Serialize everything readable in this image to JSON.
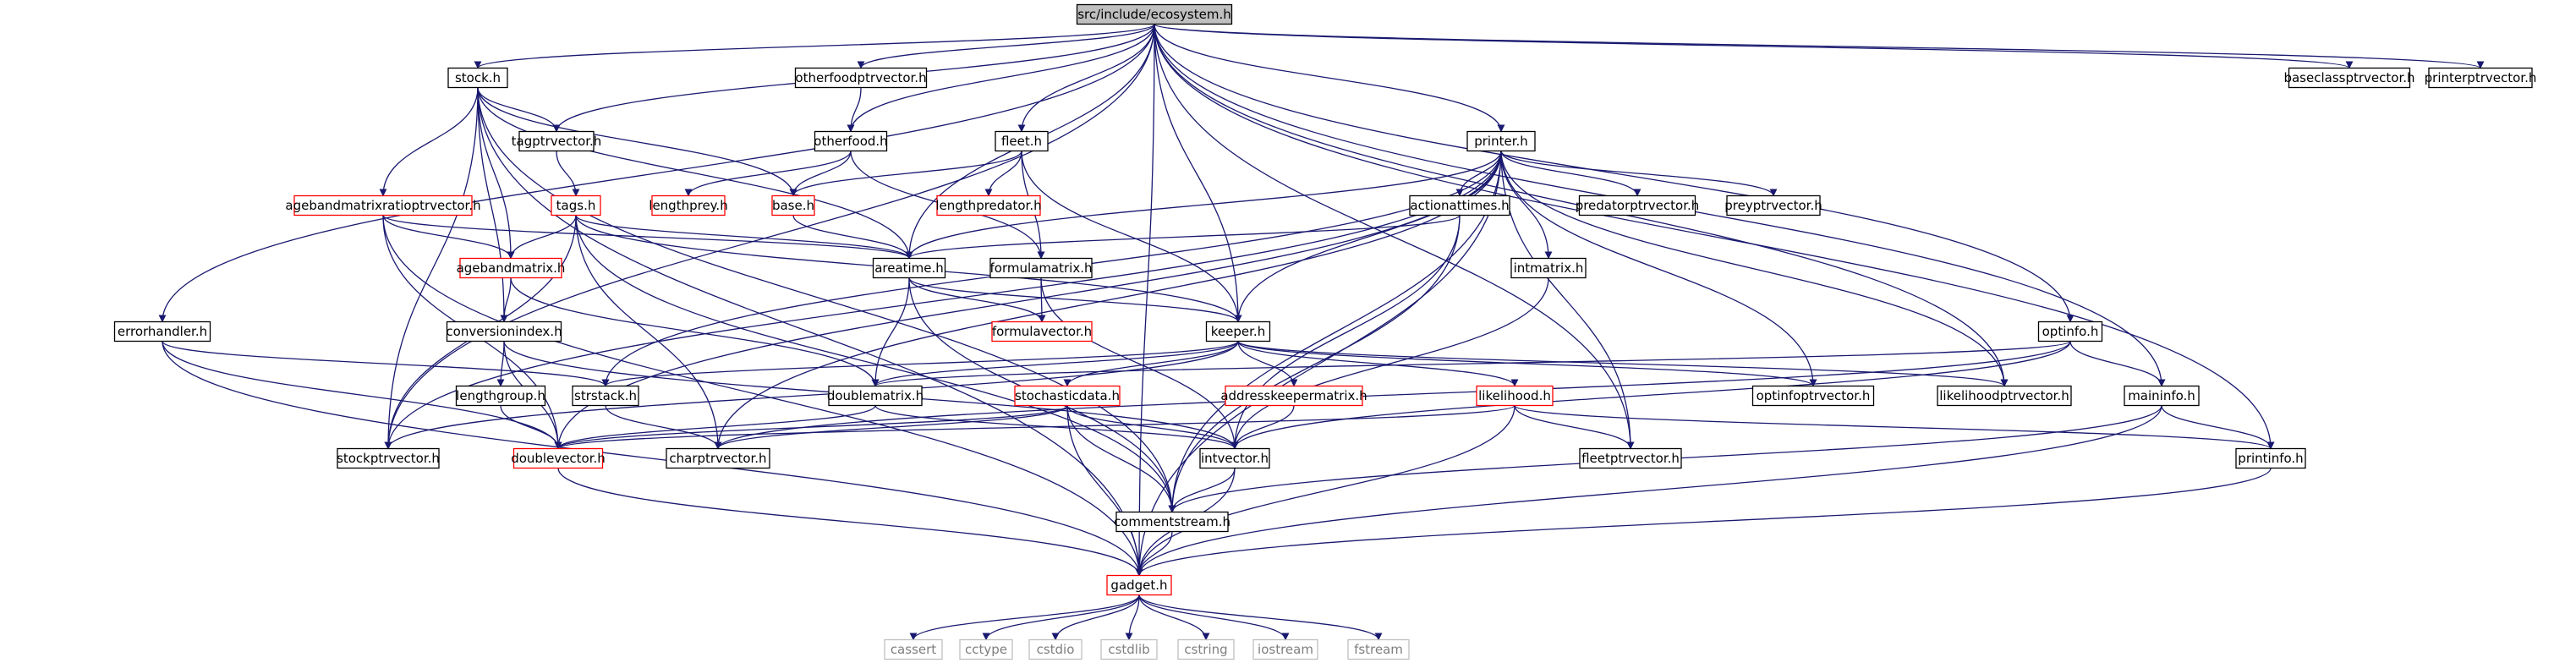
{
  "colors": {
    "edge": "#191970",
    "root_fill": "#bfbfbf",
    "normal_border": "#000000",
    "red_border": "#ff0000",
    "grey_border": "#bfbfbf"
  },
  "graph": {
    "nodes": [
      {
        "id": "root",
        "label": "src/include/ecosystem.h",
        "style": "root"
      },
      {
        "id": "stock",
        "label": "stock.h",
        "style": "normal"
      },
      {
        "id": "otherfoodptrvector",
        "label": "otherfoodptrvector.h",
        "style": "normal"
      },
      {
        "id": "tagptrvector",
        "label": "tagptrvector.h",
        "style": "normal"
      },
      {
        "id": "otherfood",
        "label": "otherfood.h",
        "style": "normal"
      },
      {
        "id": "fleet",
        "label": "fleet.h",
        "style": "normal"
      },
      {
        "id": "printer",
        "label": "printer.h",
        "style": "normal"
      },
      {
        "id": "baseclassptrvector",
        "label": "baseclassptrvector.h",
        "style": "normal"
      },
      {
        "id": "printerptrvector",
        "label": "printerptrvector.h",
        "style": "normal"
      },
      {
        "id": "agebandmatrixratioptrvector",
        "label": "agebandmatrixratioptrvector.h",
        "style": "red"
      },
      {
        "id": "tags",
        "label": "tags.h",
        "style": "red"
      },
      {
        "id": "lengthprey",
        "label": "lengthprey.h",
        "style": "red"
      },
      {
        "id": "base",
        "label": "base.h",
        "style": "red"
      },
      {
        "id": "lengthpredator",
        "label": "lengthpredator.h",
        "style": "red"
      },
      {
        "id": "actionattimes",
        "label": "actionattimes.h",
        "style": "normal"
      },
      {
        "id": "predatorptrvector",
        "label": "predatorptrvector.h",
        "style": "normal"
      },
      {
        "id": "preyptrvector",
        "label": "preyptrvector.h",
        "style": "normal"
      },
      {
        "id": "agebandmatrix",
        "label": "agebandmatrix.h",
        "style": "red"
      },
      {
        "id": "areatime",
        "label": "areatime.h",
        "style": "normal"
      },
      {
        "id": "formulamatrix",
        "label": "formulamatrix.h",
        "style": "normal"
      },
      {
        "id": "intmatrix",
        "label": "intmatrix.h",
        "style": "normal"
      },
      {
        "id": "errorhandler",
        "label": "errorhandler.h",
        "style": "normal"
      },
      {
        "id": "conversionindex",
        "label": "conversionindex.h",
        "style": "normal"
      },
      {
        "id": "formulavector",
        "label": "formulavector.h",
        "style": "red"
      },
      {
        "id": "keeper",
        "label": "keeper.h",
        "style": "normal"
      },
      {
        "id": "optinfo",
        "label": "optinfo.h",
        "style": "normal"
      },
      {
        "id": "lengthgroup",
        "label": "lengthgroup.h",
        "style": "normal"
      },
      {
        "id": "strstack",
        "label": "strstack.h",
        "style": "normal"
      },
      {
        "id": "doublematrix",
        "label": "doublematrix.h",
        "style": "normal"
      },
      {
        "id": "stochasticdata",
        "label": "stochasticdata.h",
        "style": "red"
      },
      {
        "id": "addresskeepermatrix",
        "label": "addresskeepermatrix.h",
        "style": "red"
      },
      {
        "id": "likelihood",
        "label": "likelihood.h",
        "style": "red"
      },
      {
        "id": "optinfoptrvector",
        "label": "optinfoptrvector.h",
        "style": "normal"
      },
      {
        "id": "likelihoodptrvector",
        "label": "likelihoodptrvector.h",
        "style": "normal"
      },
      {
        "id": "maininfo",
        "label": "maininfo.h",
        "style": "normal"
      },
      {
        "id": "stockptrvector",
        "label": "stockptrvector.h",
        "style": "normal"
      },
      {
        "id": "doublevector",
        "label": "doublevector.h",
        "style": "red"
      },
      {
        "id": "charptrvector",
        "label": "charptrvector.h",
        "style": "normal"
      },
      {
        "id": "intvector",
        "label": "intvector.h",
        "style": "normal"
      },
      {
        "id": "fleetptrvector",
        "label": "fleetptrvector.h",
        "style": "normal"
      },
      {
        "id": "printinfo",
        "label": "printinfo.h",
        "style": "normal"
      },
      {
        "id": "commentstream",
        "label": "commentstream.h",
        "style": "normal"
      },
      {
        "id": "gadget",
        "label": "gadget.h",
        "style": "red"
      },
      {
        "id": "cassert",
        "label": "cassert",
        "style": "grey"
      },
      {
        "id": "cctype",
        "label": "cctype",
        "style": "grey"
      },
      {
        "id": "cstdio",
        "label": "cstdio",
        "style": "grey"
      },
      {
        "id": "cstdlib",
        "label": "cstdlib",
        "style": "grey"
      },
      {
        "id": "cstring",
        "label": "cstring",
        "style": "grey"
      },
      {
        "id": "iostream",
        "label": "iostream",
        "style": "grey"
      },
      {
        "id": "fstream",
        "label": "fstream",
        "style": "grey"
      }
    ],
    "edges": [
      [
        "root",
        "stock"
      ],
      [
        "root",
        "otherfoodptrvector"
      ],
      [
        "root",
        "tagptrvector"
      ],
      [
        "root",
        "otherfood"
      ],
      [
        "root",
        "fleet"
      ],
      [
        "root",
        "printer"
      ],
      [
        "root",
        "baseclassptrvector"
      ],
      [
        "root",
        "printerptrvector"
      ],
      [
        "root",
        "areatime"
      ],
      [
        "root",
        "keeper"
      ],
      [
        "root",
        "errorhandler"
      ],
      [
        "root",
        "optinfo"
      ],
      [
        "root",
        "likelihoodptrvector"
      ],
      [
        "root",
        "maininfo"
      ],
      [
        "root",
        "stockptrvector"
      ],
      [
        "root",
        "fleetptrvector"
      ],
      [
        "root",
        "printinfo"
      ],
      [
        "root",
        "gadget"
      ],
      [
        "stock",
        "tagptrvector"
      ],
      [
        "stock",
        "agebandmatrixratioptrvector"
      ],
      [
        "stock",
        "agebandmatrix"
      ],
      [
        "stock",
        "base"
      ],
      [
        "stock",
        "areatime"
      ],
      [
        "stock",
        "conversionindex"
      ],
      [
        "stock",
        "stockptrvector"
      ],
      [
        "stock",
        "commentstream"
      ],
      [
        "stock",
        "gadget"
      ],
      [
        "otherfoodptrvector",
        "otherfood"
      ],
      [
        "tagptrvector",
        "tags"
      ],
      [
        "otherfood",
        "lengthprey"
      ],
      [
        "otherfood",
        "base"
      ],
      [
        "otherfood",
        "formulamatrix"
      ],
      [
        "fleet",
        "base"
      ],
      [
        "fleet",
        "lengthpredator"
      ],
      [
        "fleet",
        "formulamatrix"
      ],
      [
        "fleet",
        "keeper"
      ],
      [
        "printer",
        "actionattimes"
      ],
      [
        "printer",
        "predatorptrvector"
      ],
      [
        "printer",
        "preyptrvector"
      ],
      [
        "printer",
        "areatime"
      ],
      [
        "printer",
        "intmatrix"
      ],
      [
        "printer",
        "keeper"
      ],
      [
        "printer",
        "strstack"
      ],
      [
        "printer",
        "optinfoptrvector"
      ],
      [
        "printer",
        "likelihoodptrvector"
      ],
      [
        "printer",
        "stockptrvector"
      ],
      [
        "printer",
        "doublevector"
      ],
      [
        "printer",
        "charptrvector"
      ],
      [
        "printer",
        "fleetptrvector"
      ],
      [
        "printer",
        "commentstream"
      ],
      [
        "printer",
        "gadget"
      ],
      [
        "agebandmatrixratioptrvector",
        "agebandmatrix"
      ],
      [
        "agebandmatrixratioptrvector",
        "areatime"
      ],
      [
        "agebandmatrixratioptrvector",
        "doublevector"
      ],
      [
        "agebandmatrixratioptrvector",
        "gadget"
      ],
      [
        "tags",
        "agebandmatrix"
      ],
      [
        "tags",
        "areatime"
      ],
      [
        "tags",
        "keeper"
      ],
      [
        "tags",
        "stockptrvector"
      ],
      [
        "tags",
        "charptrvector"
      ],
      [
        "tags",
        "commentstream"
      ],
      [
        "base",
        "areatime"
      ],
      [
        "actionattimes",
        "areatime"
      ],
      [
        "actionattimes",
        "intvector"
      ],
      [
        "actionattimes",
        "commentstream"
      ],
      [
        "agebandmatrix",
        "conversionindex"
      ],
      [
        "agebandmatrix",
        "doublematrix"
      ],
      [
        "areatime",
        "formulavector"
      ],
      [
        "areatime",
        "keeper"
      ],
      [
        "areatime",
        "doublematrix"
      ],
      [
        "areatime",
        "commentstream"
      ],
      [
        "formulamatrix",
        "formulavector"
      ],
      [
        "formulamatrix",
        "intvector"
      ],
      [
        "intmatrix",
        "intvector"
      ],
      [
        "errorhandler",
        "strstack"
      ],
      [
        "errorhandler",
        "doublevector"
      ],
      [
        "errorhandler",
        "gadget"
      ],
      [
        "conversionindex",
        "lengthgroup"
      ],
      [
        "conversionindex",
        "doublevector"
      ],
      [
        "conversionindex",
        "intvector"
      ],
      [
        "keeper",
        "addresskeepermatrix"
      ],
      [
        "keeper",
        "likelihood"
      ],
      [
        "keeper",
        "stochasticdata"
      ],
      [
        "keeper",
        "strstack"
      ],
      [
        "keeper",
        "doublematrix"
      ],
      [
        "keeper",
        "optinfoptrvector"
      ],
      [
        "keeper",
        "likelihoodptrvector"
      ],
      [
        "keeper",
        "stockptrvector"
      ],
      [
        "optinfo",
        "maininfo"
      ],
      [
        "optinfo",
        "doublematrix"
      ],
      [
        "optinfo",
        "intvector"
      ],
      [
        "optinfo",
        "charptrvector"
      ],
      [
        "lengthgroup",
        "doublevector"
      ],
      [
        "strstack",
        "charptrvector"
      ],
      [
        "doublematrix",
        "doublevector"
      ],
      [
        "doublematrix",
        "intvector"
      ],
      [
        "stochasticdata",
        "doublevector"
      ],
      [
        "stochasticdata",
        "charptrvector"
      ],
      [
        "stochasticdata",
        "commentstream"
      ],
      [
        "stochasticdata",
        "gadget"
      ],
      [
        "stochasticdata",
        "intvector"
      ],
      [
        "addresskeepermatrix",
        "intvector"
      ],
      [
        "likelihood",
        "doublevector"
      ],
      [
        "likelihood",
        "fleetptrvector"
      ],
      [
        "likelihood",
        "printinfo"
      ],
      [
        "likelihood",
        "gadget"
      ],
      [
        "maininfo",
        "printinfo"
      ],
      [
        "maininfo",
        "commentstream"
      ],
      [
        "maininfo",
        "gadget"
      ],
      [
        "doublevector",
        "gadget"
      ],
      [
        "intvector",
        "commentstream"
      ],
      [
        "intvector",
        "gadget"
      ],
      [
        "printinfo",
        "gadget"
      ],
      [
        "commentstream",
        "gadget"
      ],
      [
        "gadget",
        "cassert"
      ],
      [
        "gadget",
        "cctype"
      ],
      [
        "gadget",
        "cstdio"
      ],
      [
        "gadget",
        "cstdlib"
      ],
      [
        "gadget",
        "cstring"
      ],
      [
        "gadget",
        "iostream"
      ],
      [
        "gadget",
        "fstream"
      ]
    ]
  }
}
